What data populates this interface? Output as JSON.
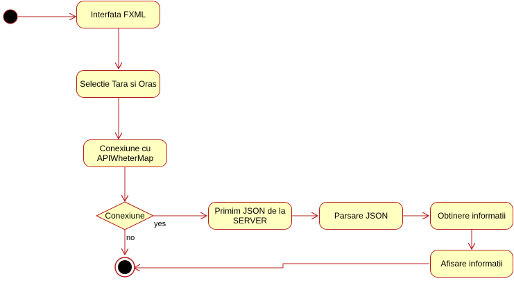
{
  "colors": {
    "node_fill": "#ffffc0",
    "node_stroke": "#b81e1e",
    "arrow": "#b81e1e",
    "start_fill": "#000000"
  },
  "nodes": {
    "interfata": "Interfata FXML",
    "selectie": "Selectie Tara si Oras",
    "conexiune_api_1": "Conexiune cu",
    "conexiune_api_2": "APIWheterMap",
    "decision": "Conexiune",
    "primim_1": "Primim JSON de la",
    "primim_2": "SERVER",
    "parsare": "Parsare JSON",
    "obtinere": "Obtinere informatii",
    "afisare": "Afisare informatii"
  },
  "edges": {
    "yes": "yes",
    "no": "no"
  }
}
